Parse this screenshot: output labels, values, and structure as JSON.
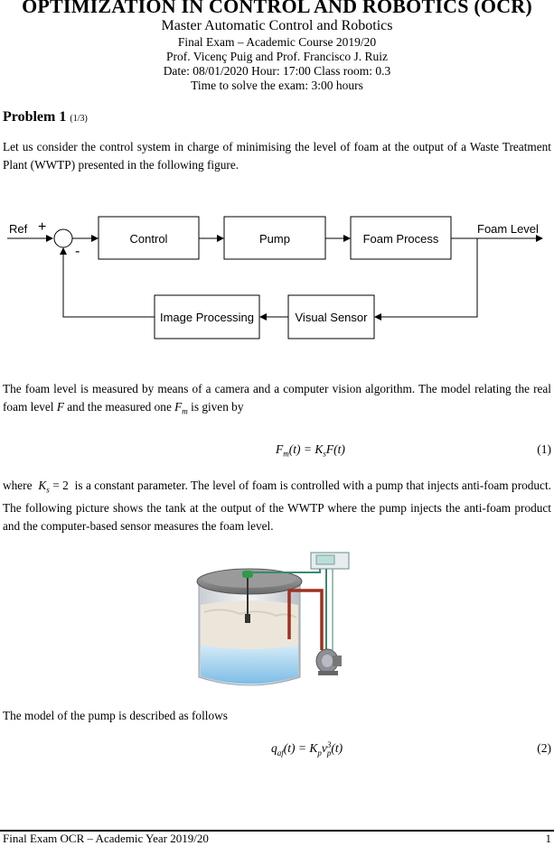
{
  "header": {
    "title": "OPTIMIZATION IN CONTROL AND ROBOTICS (OCR)",
    "subtitle": "Master Automatic Control and Robotics",
    "exam": "Final Exam – Academic Course 2019/20",
    "professors": "Prof. Vicenç Puig and Prof. Francisco J. Ruiz",
    "date_line": "Date: 08/01/2020 Hour: 17:00 Class room: 0.3",
    "time_line": "Time to solve the exam: 3:00 hours"
  },
  "problem": {
    "heading": "Problem 1",
    "part": "(1/3)",
    "intro": "Let us consider the control system in charge of minimising the level of foam at the output of a Waste Treatment Plant (WWTP) presented in the following figure."
  },
  "diagram": {
    "ref": "Ref",
    "plus": "+",
    "minus": "-",
    "control": "Control",
    "pump": "Pump",
    "foam_process": "Foam Process",
    "foam_level": "Foam Level",
    "image_processing": "Image Processing",
    "visual_sensor": "Visual Sensor"
  },
  "paragraph2": {
    "a": "The foam level is measured by means of a camera and a computer vision algorithm. The model relating the real foam level",
    "F": "F",
    "b": "and the measured one",
    "Fm": "F",
    "Fm_sub": "m",
    "c": "is given by"
  },
  "equation1": {
    "lhs": "F",
    "lhs_sub": "m",
    "lhs_arg": "(t) = K",
    "k_sub": "s",
    "rhs": "F(t)",
    "number": "(1)"
  },
  "paragraph3": {
    "where": "where",
    "k_param": "K",
    "k_sub": "s",
    "k_value": "= 2",
    "rest": "is a constant parameter. The level of foam is controlled with a pump that injects anti-foam product. The following picture shows the tank at the output of the WWTP where the pump injects the anti-foam product and the computer-based sensor measures the foam level."
  },
  "paragraph4": "The model of the pump is described as follows",
  "equation2": {
    "lhs": "q",
    "lhs_sub": "af",
    "lhs_arg": "(t) = K",
    "k_sub": "p",
    "v": "v",
    "v_sub": "p",
    "v_sup": "3",
    "v_arg": "(t)",
    "number": "(2)"
  },
  "footer": {
    "text": "Final Exam OCR – Academic Year 2019/20",
    "page": "1"
  },
  "colors": {
    "pipe_red": "#a03020",
    "pipe_green": "#3a8a6a",
    "tank_blue": "#9fd0ee",
    "foam": "#ece6da",
    "lid": "#8a8a8a"
  }
}
